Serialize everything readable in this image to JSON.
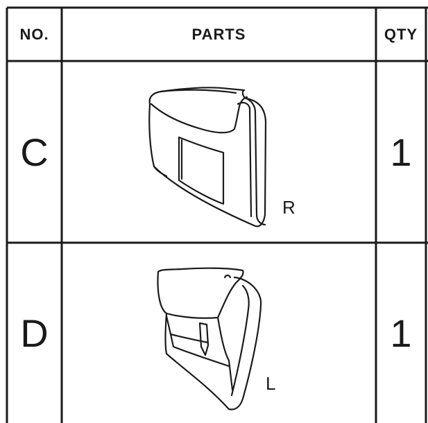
{
  "table": {
    "headers": {
      "no": "NO.",
      "parts": "PARTS",
      "qty": "QTY"
    },
    "rows": [
      {
        "no": "C",
        "qty": "1",
        "side_label": "R",
        "icon": "right-armrest-cushion-icon"
      },
      {
        "no": "D",
        "qty": "1",
        "side_label": "L",
        "icon": "left-armrest-cushion-icon"
      }
    ]
  }
}
